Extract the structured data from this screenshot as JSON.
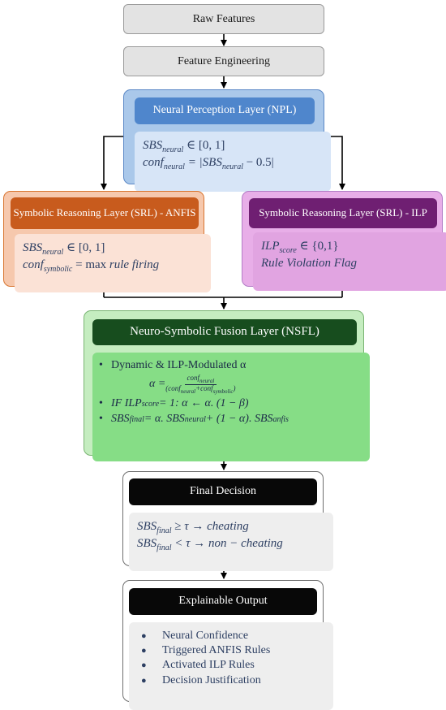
{
  "boxes": {
    "raw_features": "Raw Features",
    "feature_engineering": "Feature Engineering"
  },
  "npl": {
    "title": "Neural Perception Layer (NPL)",
    "line1": {
      "var": "SBS",
      "sub": "neural",
      "rest": " ∈ [0, 1]"
    },
    "line2": {
      "var": "conf",
      "sub": "neural",
      "mid": " = |SBS",
      "sub2": "neural",
      "rest": " − 0.5|"
    }
  },
  "srl_anfis": {
    "title": "Symbolic Reasoning Layer (SRL) - ANFIS",
    "line1": {
      "var": "SBS",
      "sub": "neural",
      "rest": " ∈ [0, 1]"
    },
    "line2": {
      "var": "conf",
      "sub": "symbolic",
      "mid": " = ",
      "upright": "max",
      "rest": " rule firing"
    }
  },
  "srl_ilp": {
    "title": "Symbolic Reasoning Layer (SRL) - ILP",
    "line1": {
      "var": "ILP",
      "sub": "score",
      "rest": " ∈ {0,1}"
    },
    "line2": "Rule Violation Flag"
  },
  "nsfl": {
    "title": "Neuro-Symbolic Fusion Layer (NSFL)",
    "bullet": "•",
    "item1": "Dynamic & ILP-Modulated α",
    "alpha_eq": "α = ",
    "frac_num_var": "conf",
    "frac_num_sub": "neural",
    "frac_den": {
      "open": "(conf",
      "sub1": "neural",
      "plus": "+conf",
      "sub2": "symbolic",
      "close": ")"
    },
    "item2": {
      "pre": "IF ILP",
      "sub": "score",
      "rest": " = 1: α ← α. (1 − β)"
    },
    "item3": {
      "var": "SBS",
      "sub": "final",
      "mid": " = α. SBS",
      "sub2": "neural",
      "mid2": " + (1 − α). SBS",
      "sub3": "anfis"
    }
  },
  "final_decision": {
    "title": "Final Decision",
    "line1": {
      "var": "SBS",
      "sub": "final",
      "rest": " ≥  τ → cheating"
    },
    "line2": {
      "var": "SBS",
      "sub": "final",
      "rest": " <  τ → non − cheating"
    }
  },
  "explainable_output": {
    "title": "Explainable Output",
    "bullet": "●",
    "items": [
      "Neural Confidence",
      "Triggered ANFIS Rules",
      "Activated ILP Rules",
      "Decision Justification"
    ]
  }
}
